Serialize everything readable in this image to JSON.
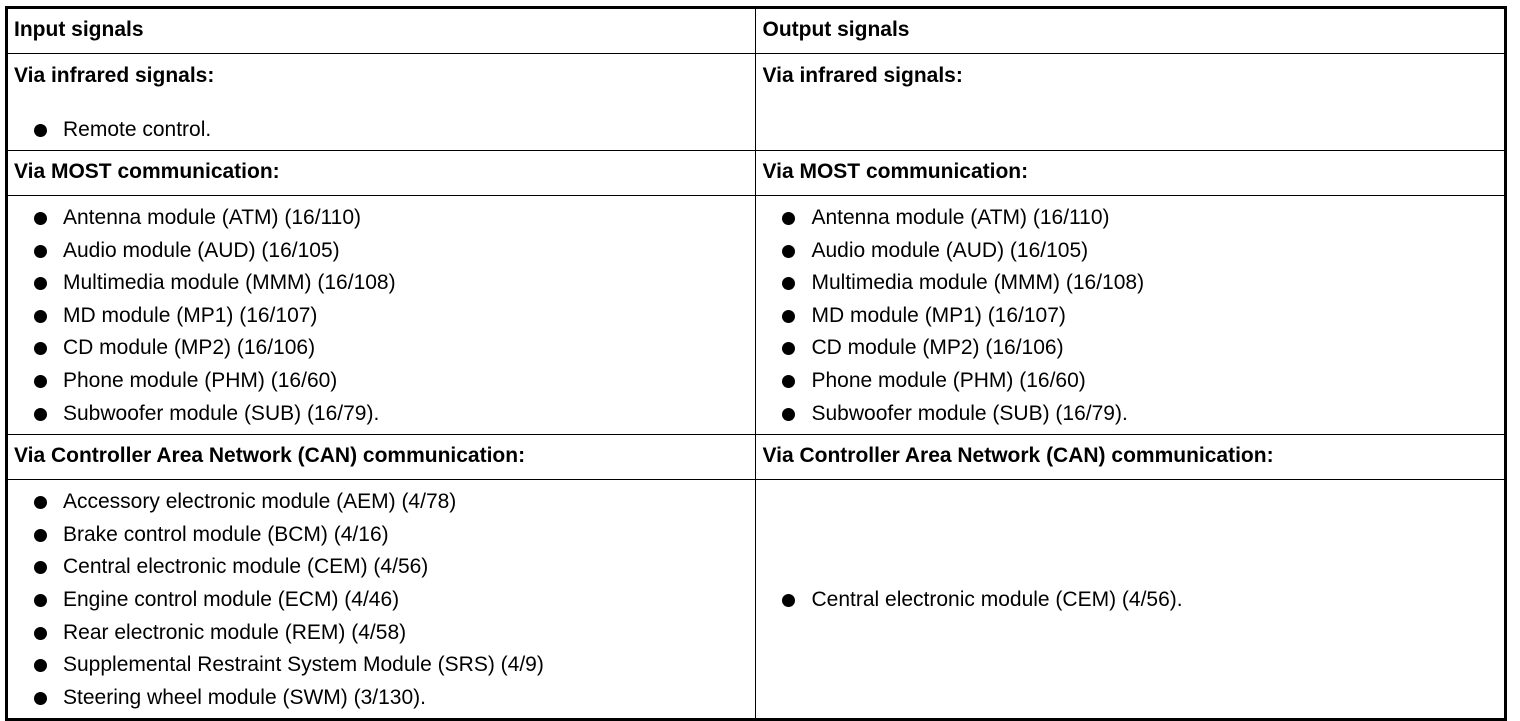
{
  "header": {
    "input": "Input signals",
    "output": "Output signals"
  },
  "infrared": {
    "input_title": "Via infrared signals:",
    "output_title": "Via infrared signals:",
    "input_items": [
      "Remote control."
    ]
  },
  "most": {
    "input_title": "Via MOST communication:",
    "output_title": "Via MOST communication:",
    "input_items": [
      "Antenna module (ATM) (16/110)",
      "Audio module (AUD) (16/105)",
      "Multimedia module (MMM) (16/108)",
      "MD module (MP1) (16/107)",
      "CD module (MP2) (16/106)",
      "Phone module (PHM) (16/60)",
      "Subwoofer module (SUB) (16/79)."
    ],
    "output_items": [
      "Antenna module (ATM) (16/110)",
      "Audio module (AUD) (16/105)",
      "Multimedia module (MMM) (16/108)",
      "MD module (MP1) (16/107)",
      "CD module (MP2) (16/106)",
      "Phone module (PHM) (16/60)",
      "Subwoofer module (SUB) (16/79)."
    ]
  },
  "can": {
    "input_title": "Via Controller Area Network (CAN) communication:",
    "output_title": "Via Controller Area Network (CAN) communication:",
    "input_items": [
      "Accessory electronic module (AEM) (4/78)",
      "Brake control module (BCM) (4/16)",
      "Central electronic module (CEM) (4/56)",
      "Engine control module (ECM) (4/46)",
      "Rear electronic module (REM) (4/58)",
      "Supplemental Restraint System Module (SRS) (4/9)",
      "Steering wheel module (SWM) (3/130)."
    ],
    "output_items": [
      "Central electronic module (CEM) (4/56)."
    ]
  }
}
